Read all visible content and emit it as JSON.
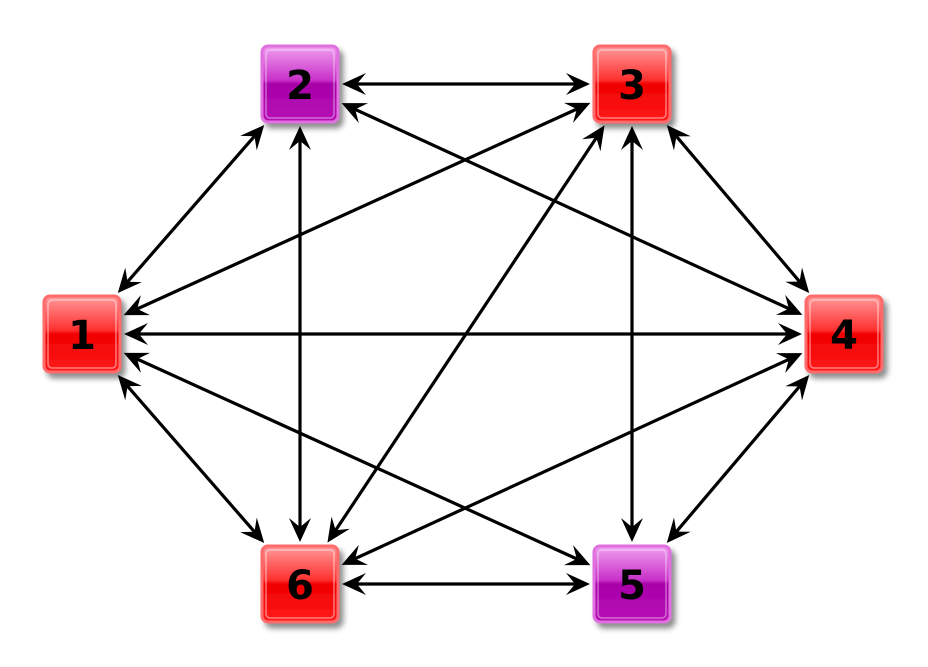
{
  "colors": {
    "red": "#ff1010",
    "purple": "#b400b4",
    "edge": "#000000",
    "background": "#ffffff"
  },
  "nodes": [
    {
      "id": "1",
      "label": "1",
      "color": "red"
    },
    {
      "id": "2",
      "label": "2",
      "color": "purple"
    },
    {
      "id": "3",
      "label": "3",
      "color": "red"
    },
    {
      "id": "4",
      "label": "4",
      "color": "red"
    },
    {
      "id": "5",
      "label": "5",
      "color": "purple"
    },
    {
      "id": "6",
      "label": "6",
      "color": "red"
    }
  ],
  "edges": [
    {
      "from": "1",
      "to": "2",
      "direction": "both"
    },
    {
      "from": "1",
      "to": "3",
      "direction": "both"
    },
    {
      "from": "1",
      "to": "4",
      "direction": "both"
    },
    {
      "from": "1",
      "to": "5",
      "direction": "both"
    },
    {
      "from": "1",
      "to": "6",
      "direction": "both"
    },
    {
      "from": "2",
      "to": "3",
      "direction": "both"
    },
    {
      "from": "2",
      "to": "4",
      "direction": "both"
    },
    {
      "from": "2",
      "to": "6",
      "direction": "both"
    },
    {
      "from": "3",
      "to": "4",
      "direction": "both"
    },
    {
      "from": "3",
      "to": "5",
      "direction": "both"
    },
    {
      "from": "3",
      "to": "6",
      "direction": "both"
    },
    {
      "from": "4",
      "to": "5",
      "direction": "both"
    },
    {
      "from": "4",
      "to": "6",
      "direction": "both"
    },
    {
      "from": "6",
      "to": "5",
      "direction": "both"
    }
  ]
}
